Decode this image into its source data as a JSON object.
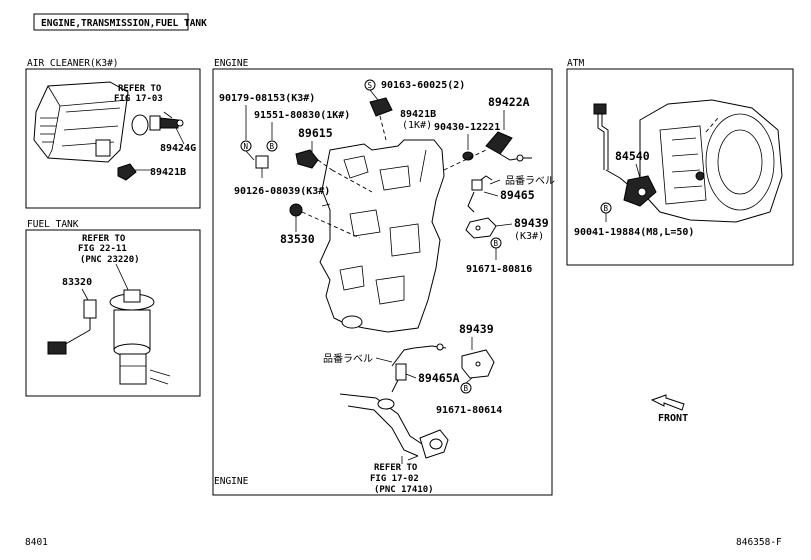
{
  "header": {
    "title": "ENGINE,TRANSMISSION,FUEL TANK"
  },
  "sections": {
    "air_cleaner": "AIR CLEANER(K3#)",
    "fuel_tank": "FUEL TANK",
    "engine": "ENGINE",
    "atm": "ATM"
  },
  "air_cleaner": {
    "refer_line1": "REFER TO",
    "refer_line2": "FIG 17-03",
    "part_89424G": "89424G",
    "part_89421B": "89421B"
  },
  "fuel_tank": {
    "refer_line1": "REFER TO",
    "refer_line2": "FIG 22-11",
    "refer_line3": "(PNC 23220)",
    "part_83320": "83320"
  },
  "engine": {
    "part_90179": "90179-08153(K3#)",
    "circle_n": "N",
    "part_91551": "91551-80830(1K#)",
    "circle_b1": "B",
    "part_89615": "89615",
    "part_90126": "90126-08039(K3#)",
    "part_83530": "83530",
    "circle_s": "S",
    "part_90163": "90163-60025(2)",
    "part_89421B": "89421B",
    "note_1k": "(1K#)",
    "part_90430": "90430-12221",
    "part_89422A": "89422A",
    "label_jp_1": "品番ラベル",
    "part_89465": "89465",
    "part_89439_top": "89439",
    "note_k3": "(K3#)",
    "circle_b2": "B",
    "part_91671_top": "91671-80816",
    "part_89439_bot": "89439",
    "label_jp_2": "品番ラベル",
    "part_89465A": "89465A",
    "circle_b3": "B",
    "part_91671_bot": "91671-80614",
    "refer_line1": "REFER TO",
    "refer_line2": "FIG 17-02",
    "refer_line3": "(PNC 17410)"
  },
  "atm": {
    "part_84540": "84540",
    "circle_b": "B",
    "part_90041": "90041-19884(M8,L=50)",
    "front_label": "FRONT"
  },
  "footer": {
    "left_code": "8401",
    "right_code": "846358-F"
  }
}
